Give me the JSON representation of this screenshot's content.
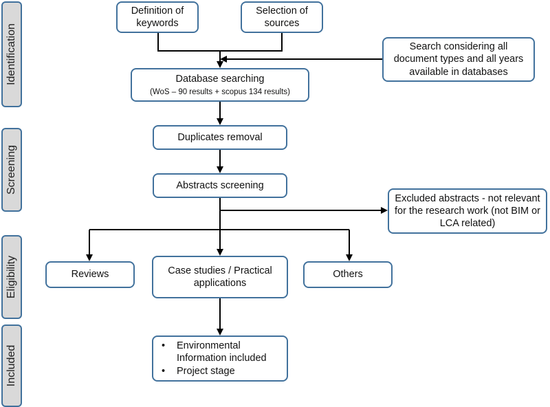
{
  "stages": [
    "Identification",
    "Screening",
    "Eligibility",
    "Included"
  ],
  "boxes": {
    "definition": "Definition of keywords",
    "selection": "Selection of sources",
    "search_note": "Search considering all document types and all years available in databases",
    "database_title": "Database searching",
    "database_sub": "(WoS – 90 results + scopus 134 results)",
    "duplicates": "Duplicates removal",
    "abstracts": "Abstracts screening",
    "excluded": "Excluded abstracts - not relevant for the research work (not BIM or LCA related)",
    "reviews": "Reviews",
    "case_studies": "Case studies / Practical applications",
    "others": "Others",
    "included_items": [
      "Environmental",
      "Information included",
      "Project stage"
    ]
  },
  "colors": {
    "border": "#41719c",
    "stage_fill": "#d9d9d9",
    "arrow": "#000000"
  }
}
